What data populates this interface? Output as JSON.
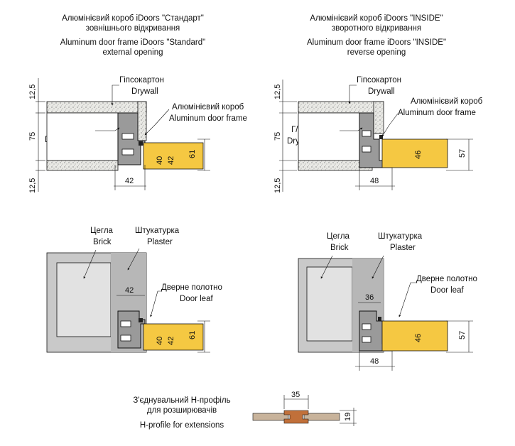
{
  "titles": {
    "standard": {
      "ua1": "Алюмінієвий короб iDoors \"Стандарт\"",
      "ua2": "зовнішнього відкривання",
      "en1": "Aluminum door frame iDoors \"Standard\"",
      "en2": "external opening"
    },
    "inside": {
      "ua1": "Алюмінієвий короб iDoors \"INSIDE\"",
      "ua2": "зворотного відкривання",
      "en1": "Aluminum door frame iDoors \"INSIDE\"",
      "en2": "reverse opening"
    }
  },
  "labels": {
    "drywall_ua": "Гіпсокартон",
    "drywall_en": "Drywall",
    "frame_ua": "Алюмінієвий короб",
    "frame_en": "Aluminum door frame",
    "gk_ua": "Г/К профіль",
    "gk_en": "Drywall profile",
    "brick_ua": "Цегла",
    "brick_en": "Brick",
    "plaster_ua": "Штукатурка",
    "plaster_en": "Plaster",
    "leaf_ua": "Дверне полотно",
    "leaf_en": "Door leaf"
  },
  "hprofile": {
    "ua1": "З'єднувальний Н-профіль",
    "ua2": "для розширювачів",
    "en": "H-profile for extensions",
    "dim_w": "35",
    "dim_h": "19"
  },
  "dims": {
    "d12_5": "12,5",
    "d75": "75",
    "d40": "40",
    "d42": "42",
    "d61": "61",
    "d46": "46",
    "d57": "57",
    "d48": "48",
    "d36": "36"
  },
  "colors": {
    "leaf": "#f5c842",
    "drywall": "#e6e6e2",
    "plaster": "#b7b7b7",
    "brick": "#e2e2e2",
    "wall": "#c9c9c9",
    "hprofile_wood": "#c8b39b",
    "hprofile_core": "#c1703a"
  }
}
